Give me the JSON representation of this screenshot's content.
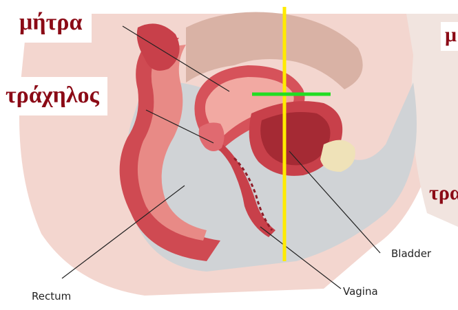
{
  "labels": {
    "uterus_left": "μήτρα",
    "cervix_left": "τράχηλος",
    "uterus_right_partial": "μ",
    "cervix_right_partial": "τρα",
    "bladder": "Bladder",
    "vagina": "Vagina",
    "rectum": "Rectum"
  },
  "colors": {
    "label_text": "#8b0a16",
    "section_line_vertical": "#ffeb00",
    "section_line_horizontal": "#22dd22",
    "tissue_outer": "#e9b0a4",
    "tissue_wall": "#cf4a52",
    "cavity": "#d0d3d6"
  }
}
